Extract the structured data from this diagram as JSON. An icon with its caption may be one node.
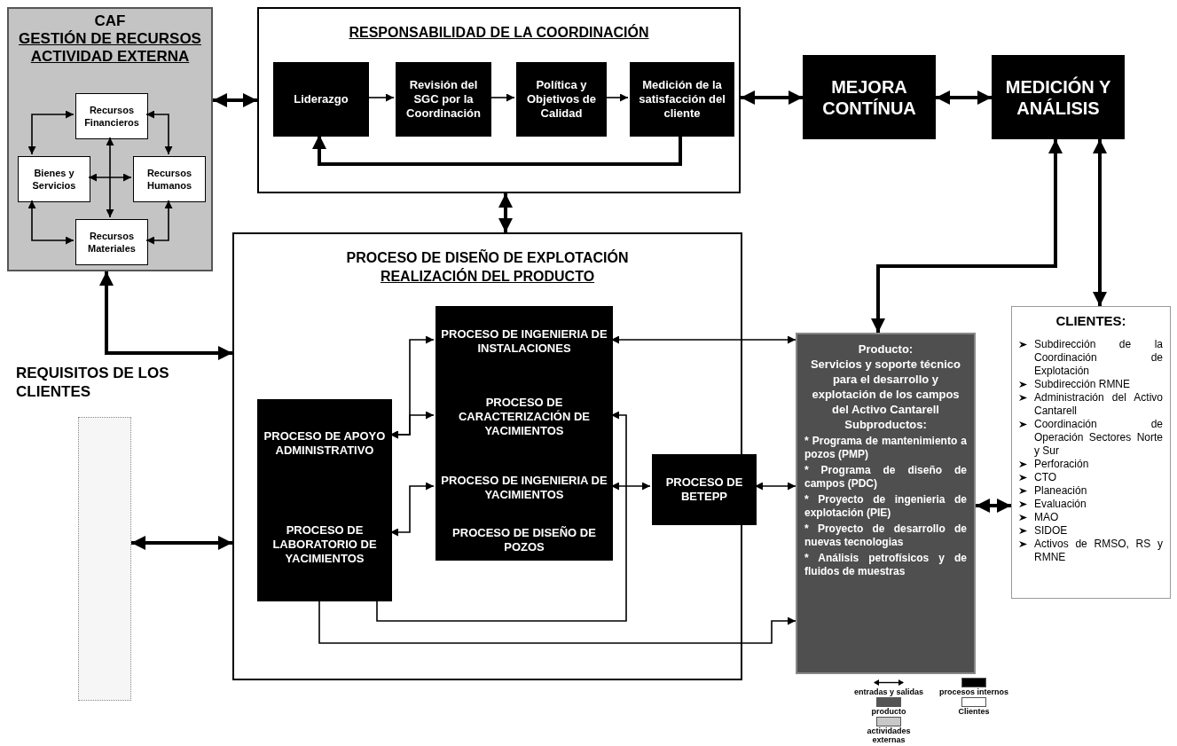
{
  "diagram": {
    "nodes": [
      {
        "text": [
          "CAF",
          "GESTIÓN DE RECURSOS ACTIVIDAD EXTERNA"
        ]
      },
      {
        "text": [
          "Recursos Financieros"
        ],
        "in": 0
      },
      {
        "text": [
          "Bienes y Servicios"
        ],
        "in": 0
      },
      {
        "text": [
          "Recursos Humanos"
        ],
        "in": 0
      },
      {
        "text": [
          "Recursos Materiales"
        ],
        "in": 0
      },
      {
        "text": [
          "RESPONSABILIDAD DE LA COORDINACIÓN"
        ]
      },
      {
        "text": [
          "Liderazgo"
        ],
        "in": 5
      },
      {
        "text": [
          "Revisión del SGC por la Coordinación"
        ],
        "in": 5
      },
      {
        "text": [
          "Política y Objetivos de Calidad"
        ],
        "in": 5
      },
      {
        "text": [
          "Medición de la satisfacción del cliente"
        ],
        "in": 5
      },
      {
        "text": [
          "MEJORA CONTÍNUA"
        ]
      },
      {
        "text": [
          "MEDICIÓN Y ANÁLISIS"
        ]
      },
      {
        "text": [
          "PROCESO DE DISEÑO DE EXPLOTACIÓN",
          "REALIZACIÓN DEL PRODUCTO"
        ]
      },
      {
        "text": [],
        "shape": "box",
        "beside": [
          "REQUISITOS DE LOS CLIENTES"
        ]
      },
      {
        "text": [
          "PROCESO DE INGENIERIA DE INSTALACIONES"
        ],
        "in": 12
      },
      {
        "text": [
          "PROCESO DE CARACTERIZACIÓN DE YACIMIENTOS"
        ],
        "in": 12
      },
      {
        "text": [
          "PROCESO DE INGENIERIA DE YACIMIENTOS"
        ],
        "in": 12
      },
      {
        "text": [
          "PROCESO DE DISEÑO DE POZOS"
        ],
        "in": 12
      },
      {
        "text": [
          "PROCESO DE APOYO ADMINISTRATIVO"
        ],
        "in": 12
      },
      {
        "text": [
          "PROCESO DE LABORATORIO DE YACIMIENTOS"
        ],
        "in": 12
      },
      {
        "text": [
          "PROCESO DE BETEPP"
        ],
        "in": 12
      },
      {
        "text": [
          "Producto:",
          "Servicios y soporte técnico para el desarrollo y explotación de los campos del Activo Cantarell",
          "Subproductos:",
          "* Programa de mantenimiento a pozos (PMP)",
          "* Programa de diseño de campos (PDC)",
          "* Proyecto de ingenieria de explotación (PIE)",
          "* Proyecto de desarrollo de nuevas tecnologias",
          "* Análisis petrofísicos y de fluidos de muestras"
        ]
      },
      {
        "text": [
          "CLIENTES:",
          "Subdirección de la Coordinación de Explotación",
          "Subdirección RMNE",
          "Administración del Activo Cantarell",
          "Coordinación de Operación Sectores Norte y Sur",
          "Perforación",
          "CTO",
          "Planeación",
          "Evaluación",
          "MAO",
          "SIDOE",
          "Activos de RMSO, RS y RMNE"
        ]
      }
    ],
    "edges": [
      {
        "from": 1,
        "to": 2,
        "arrow": "both"
      },
      {
        "from": 1,
        "to": 3,
        "arrow": "both"
      },
      {
        "from": 1,
        "to": 4,
        "arrow": "both"
      },
      {
        "from": 2,
        "to": 3,
        "arrow": "both"
      },
      {
        "from": 2,
        "to": 4,
        "arrow": "both"
      },
      {
        "from": 3,
        "to": 4,
        "arrow": "both"
      },
      {
        "from": 0,
        "to": 5,
        "arrow": "both",
        "style": "thick"
      },
      {
        "from": 6,
        "to": 7,
        "arrow": "to"
      },
      {
        "from": 7,
        "to": 8,
        "arrow": "to"
      },
      {
        "from": 8,
        "to": 9,
        "arrow": "to"
      },
      {
        "from": 9,
        "to": 6,
        "arrow": "to",
        "style": "thick"
      },
      {
        "from": 5,
        "to": 10,
        "arrow": "both",
        "style": "thick"
      },
      {
        "from": 10,
        "to": 11,
        "arrow": "both",
        "style": "thick"
      },
      {
        "from": 5,
        "to": 12,
        "arrow": "both",
        "style": "thick"
      },
      {
        "from": 0,
        "to": 12,
        "arrow": "both",
        "style": "thick"
      },
      {
        "from": 11,
        "to": 21,
        "arrow": "both",
        "style": "thick"
      },
      {
        "from": 11,
        "to": 22,
        "arrow": "both",
        "style": "thick"
      },
      {
        "from": 13,
        "to": 12,
        "arrow": "both",
        "style": "thick"
      },
      {
        "from": 18,
        "to": 14,
        "arrow": "both"
      },
      {
        "from": 18,
        "to": 15,
        "arrow": "both"
      },
      {
        "from": 19,
        "to": 16,
        "arrow": "both"
      },
      {
        "from": 19,
        "to": 15,
        "arrow": "to"
      },
      {
        "from": 19,
        "to": 21,
        "arrow": "to"
      },
      {
        "from": 14,
        "to": 21,
        "arrow": "both"
      },
      {
        "from": 16,
        "to": 20,
        "arrow": "both"
      },
      {
        "from": 20,
        "to": 21,
        "arrow": "both"
      },
      {
        "from": 21,
        "to": 22,
        "arrow": "both",
        "style": "thick"
      }
    ],
    "legend": [
      {
        "text": "entradas y salidas"
      },
      {
        "text": "procesos internos",
        "color": "#000000"
      },
      {
        "text": "producto",
        "color": "#555555"
      },
      {
        "text": "Clientes",
        "color": "#ffffff"
      },
      {
        "text": "actividades externas",
        "color": "#c8c8c8"
      }
    ]
  }
}
